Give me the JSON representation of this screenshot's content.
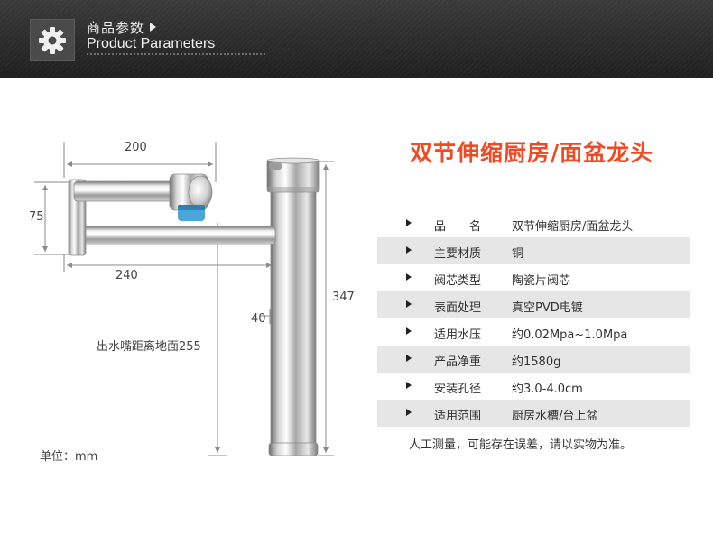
{
  "header": {
    "title_cn": "商品参数",
    "title_en": "Product Parameters",
    "icon": "gear-icon"
  },
  "diagram": {
    "dim_top": "200",
    "dim_left": "75",
    "dim_arm": "240",
    "dim_body": "40",
    "dim_height": "347",
    "spout_height_note": "出水嘴距离地面255",
    "unit_label": "单位：mm"
  },
  "product": {
    "title": "双节伸缩厨房/面盆龙头",
    "specs": [
      {
        "label": "品名",
        "value": "双节伸缩厨房/面盆龙头",
        "shaded": false
      },
      {
        "label": "主要材质",
        "value": "铜",
        "shaded": true
      },
      {
        "label": "阀芯类型",
        "value": "陶瓷片阀芯",
        "shaded": false
      },
      {
        "label": "表面处理",
        "value": "真空PVD电镀",
        "shaded": true
      },
      {
        "label": "适用水压",
        "value": "约0.02Mpa~1.0Mpa",
        "shaded": false
      },
      {
        "label": "产品净重",
        "value": "约1580g",
        "shaded": true
      },
      {
        "label": "安装孔径",
        "value": "约3.0-4.0cm",
        "shaded": false
      },
      {
        "label": "适用范围",
        "value": "厨房水槽/台上盆",
        "shaded": true
      }
    ],
    "footnote": "人工测量，可能存在误差，请以实物为准。"
  },
  "colors": {
    "accent": "#ef4a23",
    "header_bg": "#2b2b2b",
    "row_shade": "#e6e6e6"
  }
}
